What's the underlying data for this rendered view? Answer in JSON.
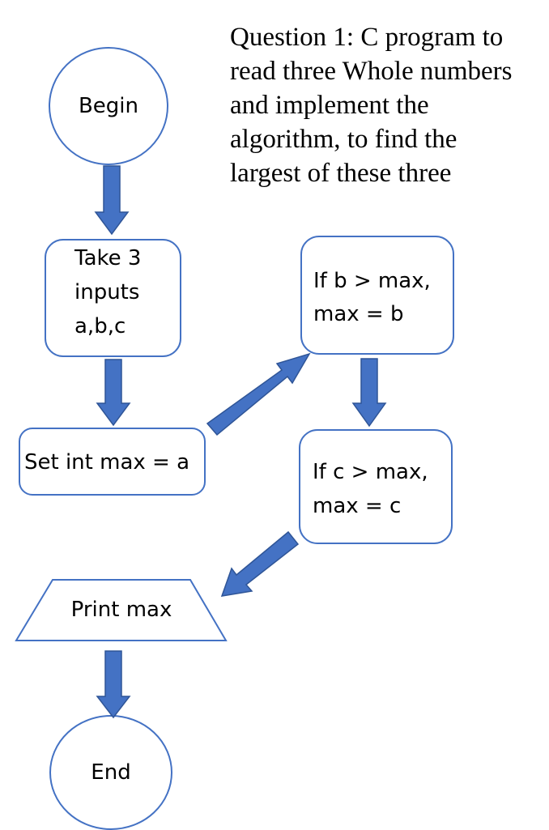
{
  "title": {
    "lines": [
      "Question 1: C program to",
      "read three Whole numbers",
      "and implement the",
      "algorithm, to find the",
      "largest of these three"
    ]
  },
  "nodes": {
    "begin": {
      "label": "Begin"
    },
    "inputs": {
      "lines": [
        "Take 3",
        "inputs",
        "a,b,c"
      ]
    },
    "set_max": {
      "label": "Set int max = a"
    },
    "if_b": {
      "lines": [
        "If b > max,",
        "max = b"
      ]
    },
    "if_c": {
      "lines": [
        "If c > max,",
        "max = c"
      ]
    },
    "print": {
      "label": "Print max"
    },
    "end": {
      "label": "End"
    }
  },
  "colors": {
    "shape_stroke": "#4472C4",
    "arrow_fill": "#4472C4",
    "arrow_stroke": "#2F5597",
    "text": "#000000"
  }
}
